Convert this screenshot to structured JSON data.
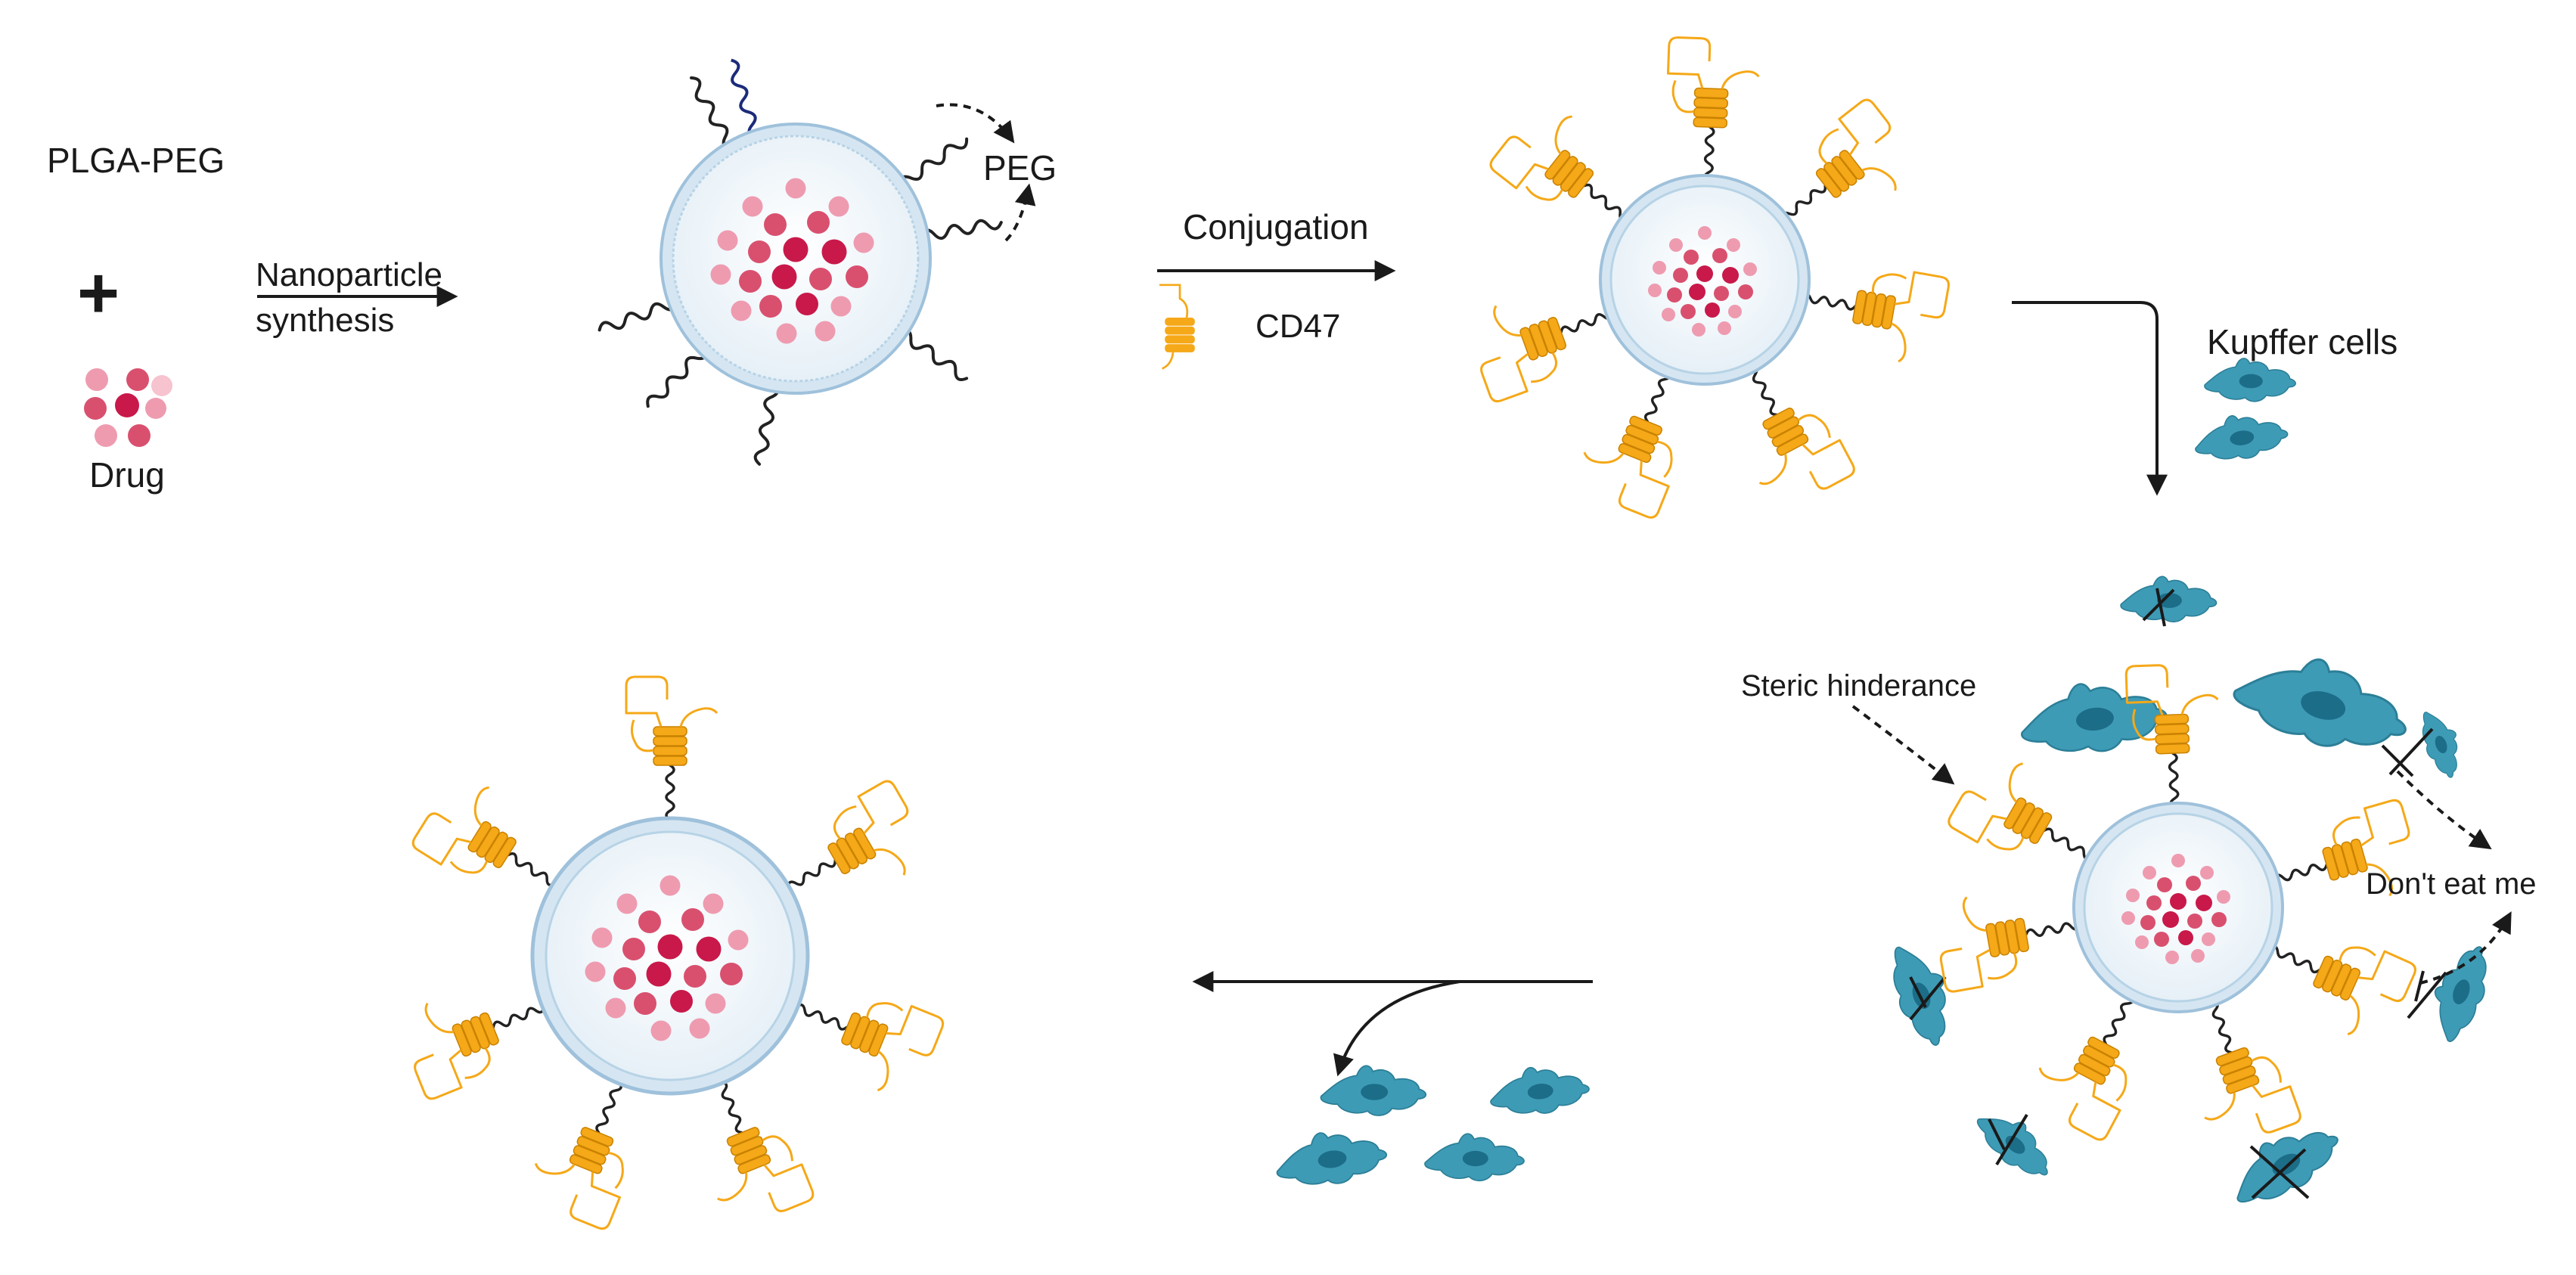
{
  "labels": {
    "plga_peg": "PLGA-PEG",
    "plus": "+",
    "drug": "Drug",
    "nanoparticle_line1": "Nanoparticle",
    "nanoparticle_line2": "synthesis",
    "peg": "PEG",
    "conjugation": "Conjugation",
    "cd47": "CD47",
    "kupffer_cells": "Kupffer cells",
    "steric_hinderance": "Steric hinderance",
    "dont_eat_me": "Don't eat me"
  },
  "colors": {
    "drug_dark": "#c8194a",
    "drug_mid": "#d9506f",
    "drug_light": "#ee9bb0",
    "membrane_outer": "#b7d3e6",
    "membrane_inner": "#eef5fa",
    "peg_chain": "#222222",
    "peg_highlight": "#1c2b7a",
    "cd47": "#f5a818",
    "kupffer": "#3e9bb6",
    "kupffer_nucleus": "#1c6d88",
    "arrow": "#1a1a1a"
  },
  "icons": {
    "nanoparticle": "nanoparticle-icon",
    "cd47_protein": "cd47-protein-icon",
    "kupffer_cell": "kupffer-cell-icon",
    "peg_chain": "peg-chain-icon",
    "drug_cluster": "drug-molecules-icon"
  }
}
